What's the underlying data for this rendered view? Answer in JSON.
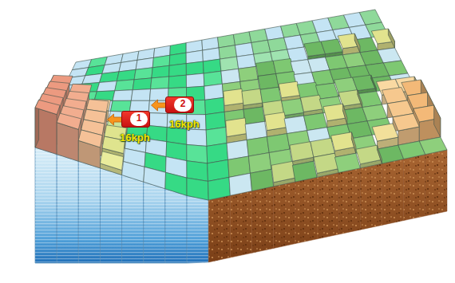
{
  "diagram": {
    "nodes": [
      {
        "text": [
          "1",
          "16kph"
        ]
      },
      {
        "text": [
          "2",
          "16kph"
        ]
      }
    ]
  }
}
